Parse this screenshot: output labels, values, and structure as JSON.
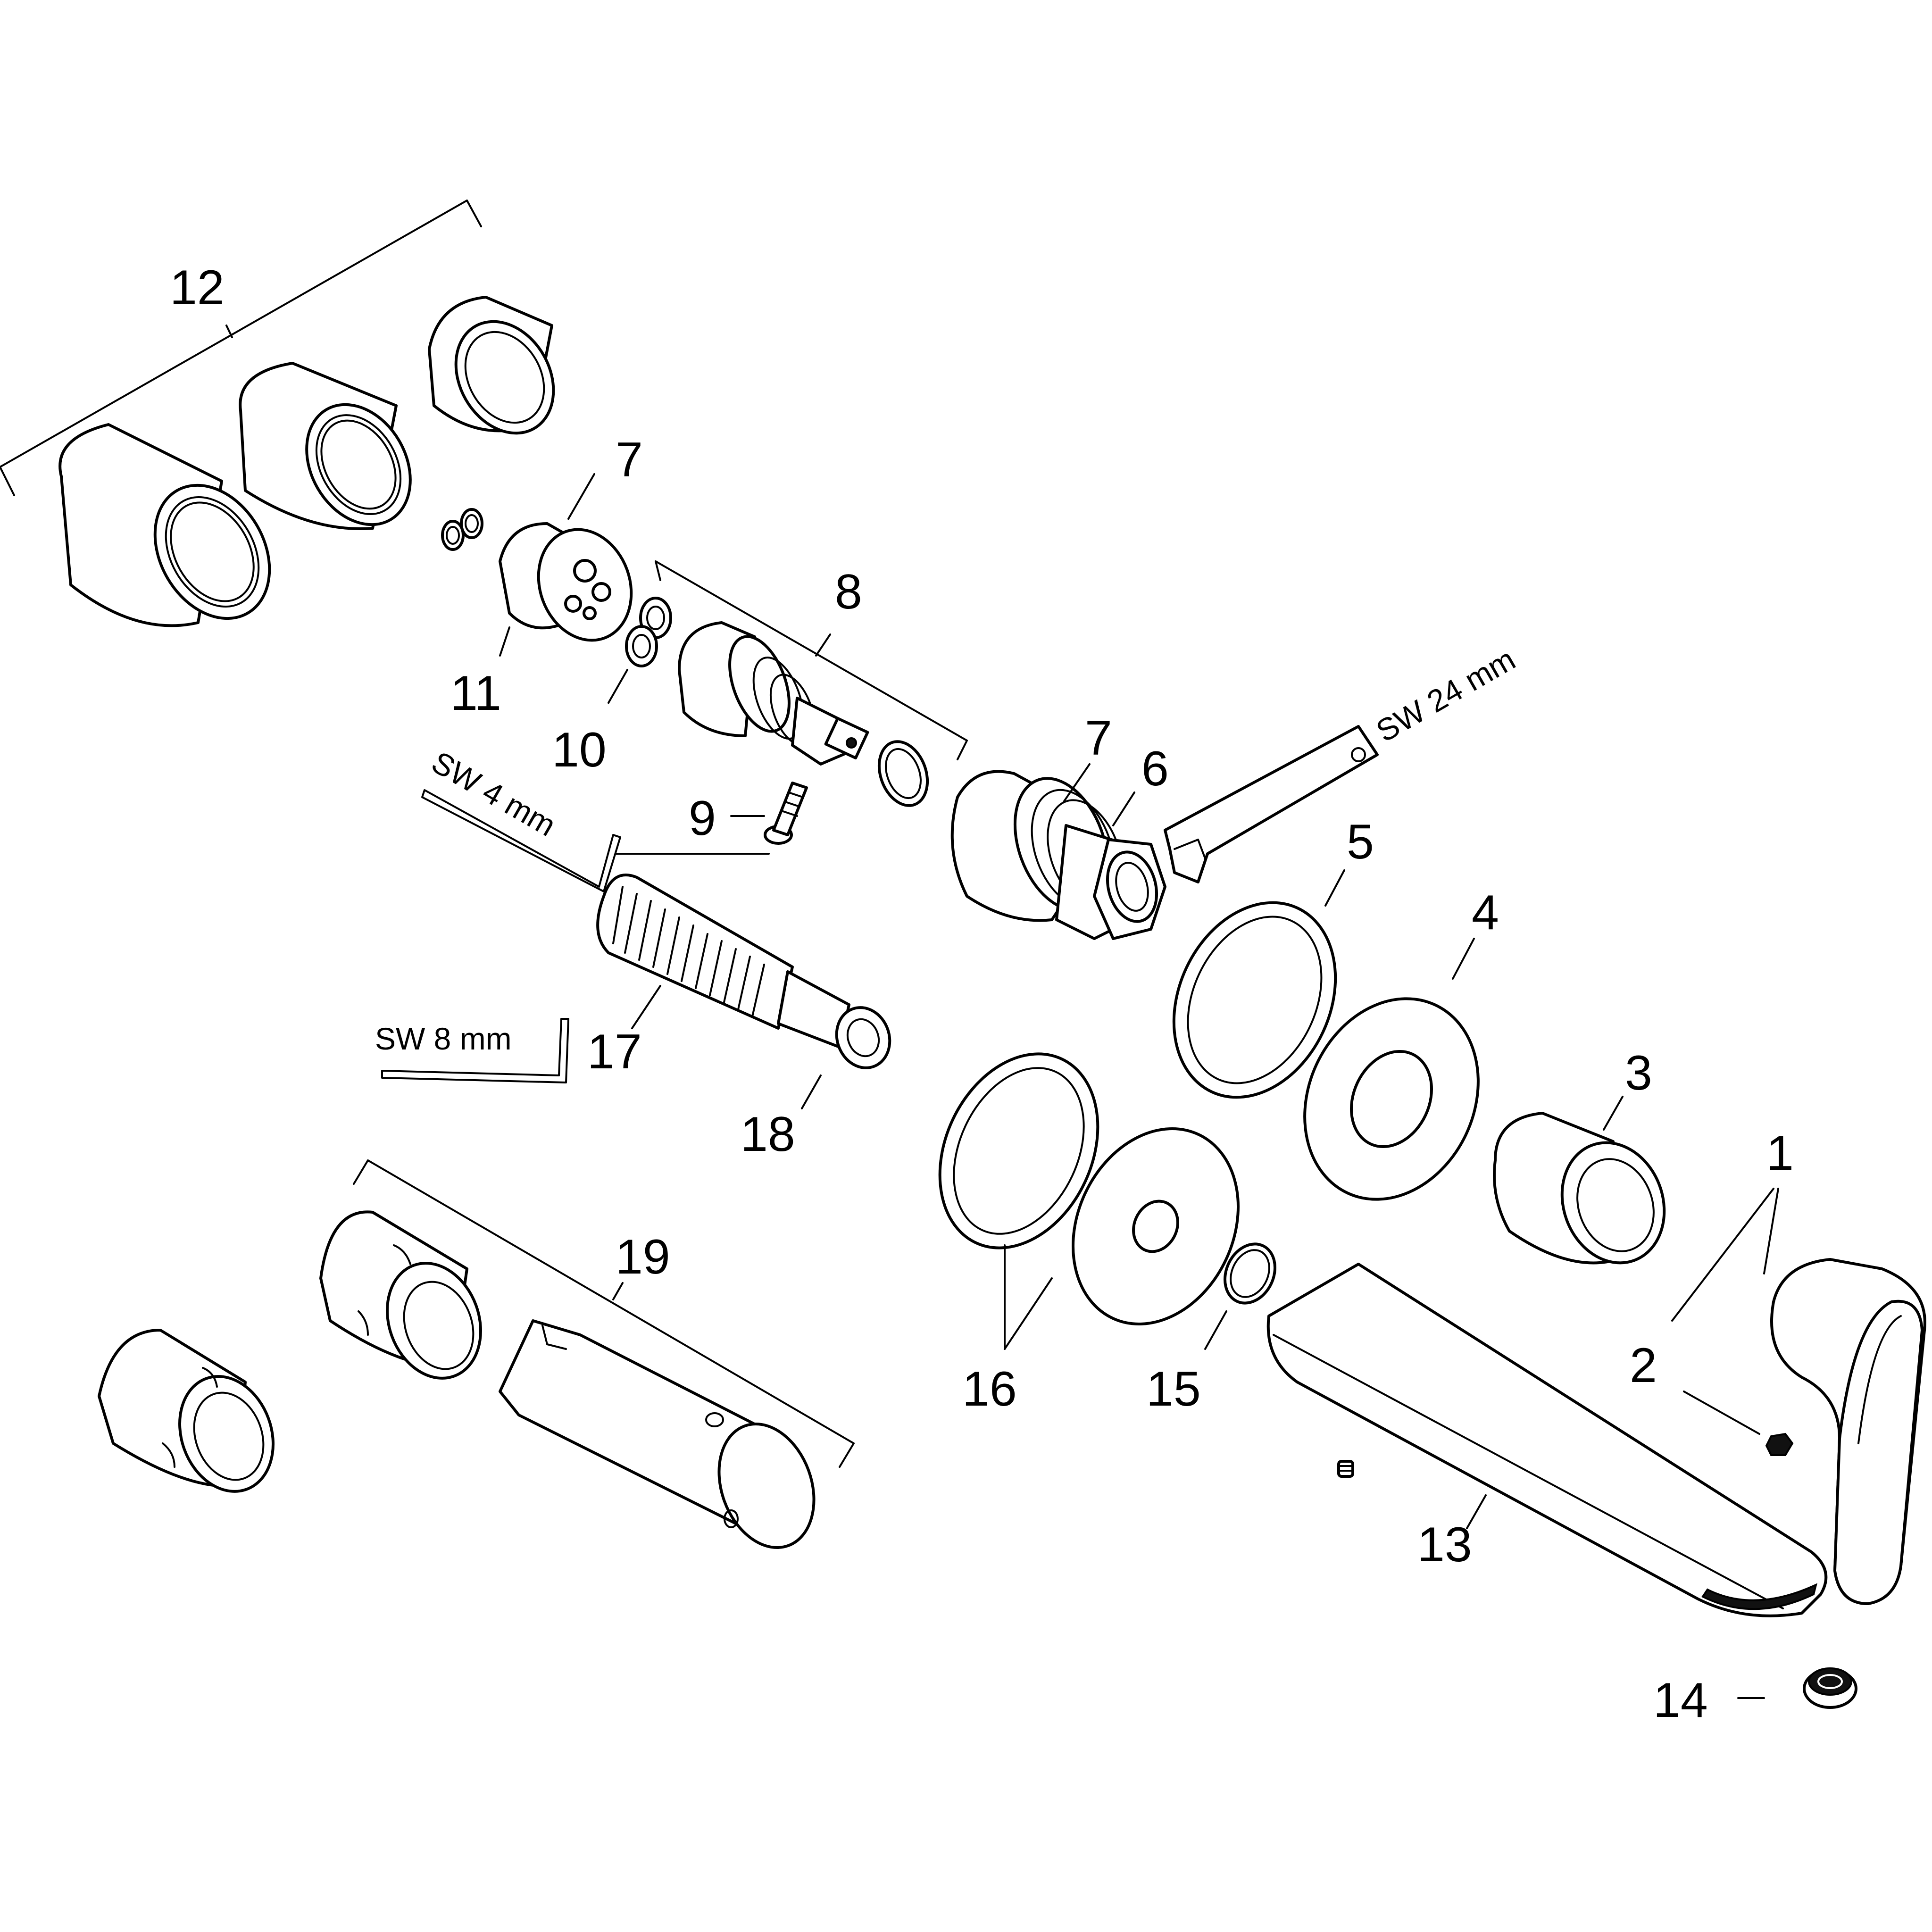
{
  "callouts": [
    "1",
    "2",
    "3",
    "4",
    "5",
    "6",
    "7",
    "7",
    "8",
    "9",
    "10",
    "11",
    "12",
    "13",
    "14",
    "15",
    "16",
    "17",
    "18",
    "19"
  ],
  "tools": {
    "sw24": "SW 24 mm",
    "sw4": "SW 4 mm",
    "sw8": "SW 8 mm"
  }
}
